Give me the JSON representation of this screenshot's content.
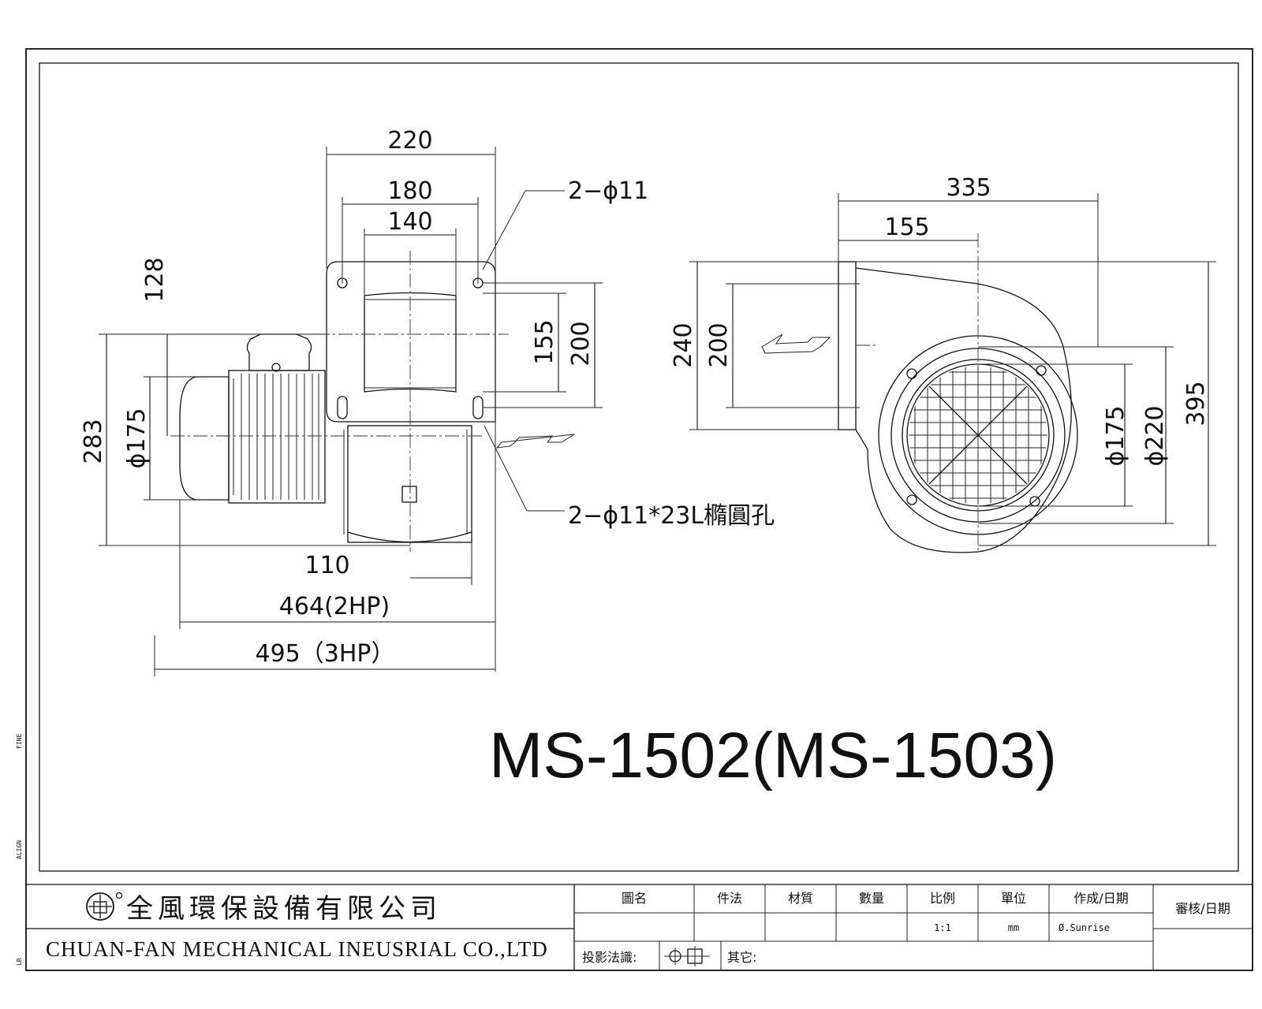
{
  "model_title": "MS-1502(MS-1503)",
  "front_view": {
    "dim_220": "220",
    "dim_180": "180",
    "dim_140": "140",
    "dim_128": "128",
    "dim_155": "155",
    "dim_200": "200",
    "dim_283": "283",
    "dim_175": "ϕ175",
    "dim_110": "110",
    "dim_464": "464(2HP)",
    "dim_495": "495（3HP）",
    "note_holes": "2−ϕ11",
    "note_slots": "2−ϕ11*23L橢圓孔"
  },
  "side_view": {
    "dim_335": "335",
    "dim_155": "155",
    "dim_240": "240",
    "dim_200": "200",
    "dim_175": "ϕ175",
    "dim_220": "ϕ220",
    "dim_395": "395"
  },
  "title_block": {
    "company_cn": "全風環保設備有限公司",
    "company_en": "CHUAN-FAN MECHANICAL INEUSRIAL CO.,LTD",
    "headers": [
      "圖名",
      "件法",
      "材質",
      "數量",
      "比例",
      "單位",
      "作成/日期",
      "審核/日期"
    ],
    "scale": "1:1",
    "unit": "mm",
    "maker": "Ø.Sunrise",
    "projection_label": "投影法識:",
    "other_label": "其它:"
  },
  "margin_marks": [
    "FINE",
    "ALIGN",
    "LR"
  ]
}
